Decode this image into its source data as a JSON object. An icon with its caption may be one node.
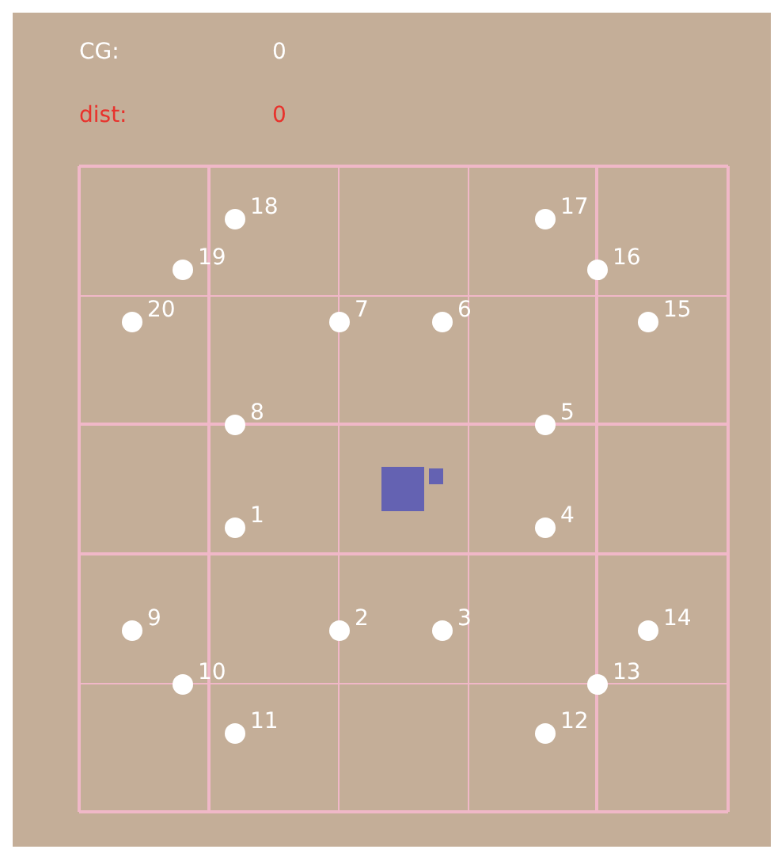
{
  "diagram": {
    "nodes": [
      {
        "text": [],
        "shape": "circle",
        "beside": [
          "18"
        ]
      },
      {
        "text": [],
        "shape": "circle",
        "beside": [
          "17"
        ]
      },
      {
        "text": [],
        "shape": "circle",
        "beside": [
          "19"
        ]
      },
      {
        "text": [],
        "shape": "circle",
        "beside": [
          "16"
        ]
      },
      {
        "text": [],
        "shape": "circle",
        "beside": [
          "20"
        ]
      },
      {
        "text": [],
        "shape": "circle",
        "beside": [
          "7"
        ]
      },
      {
        "text": [],
        "shape": "circle",
        "beside": [
          "6"
        ]
      },
      {
        "text": [],
        "shape": "circle",
        "beside": [
          "15"
        ]
      },
      {
        "text": [],
        "shape": "circle",
        "beside": [
          "8"
        ]
      },
      {
        "text": [],
        "shape": "circle",
        "beside": [
          "5"
        ]
      },
      {
        "text": [],
        "shape": "circle",
        "beside": [
          "1"
        ]
      },
      {
        "text": [],
        "shape": "circle",
        "beside": [
          "4"
        ]
      },
      {
        "text": [],
        "shape": "circle",
        "beside": [
          "9"
        ]
      },
      {
        "text": [],
        "shape": "circle",
        "beside": [
          "2"
        ]
      },
      {
        "text": [],
        "shape": "circle",
        "beside": [
          "3"
        ]
      },
      {
        "text": [],
        "shape": "circle",
        "beside": [
          "14"
        ]
      },
      {
        "text": [],
        "shape": "circle",
        "beside": [
          "10"
        ]
      },
      {
        "text": [],
        "shape": "circle",
        "beside": [
          "13"
        ]
      },
      {
        "text": [],
        "shape": "circle",
        "beside": [
          "11"
        ]
      },
      {
        "text": [],
        "shape": "circle",
        "beside": [
          "12"
        ]
      }
    ],
    "labels": [
      "CG:",
      "0",
      "dist:",
      "0"
    ]
  }
}
